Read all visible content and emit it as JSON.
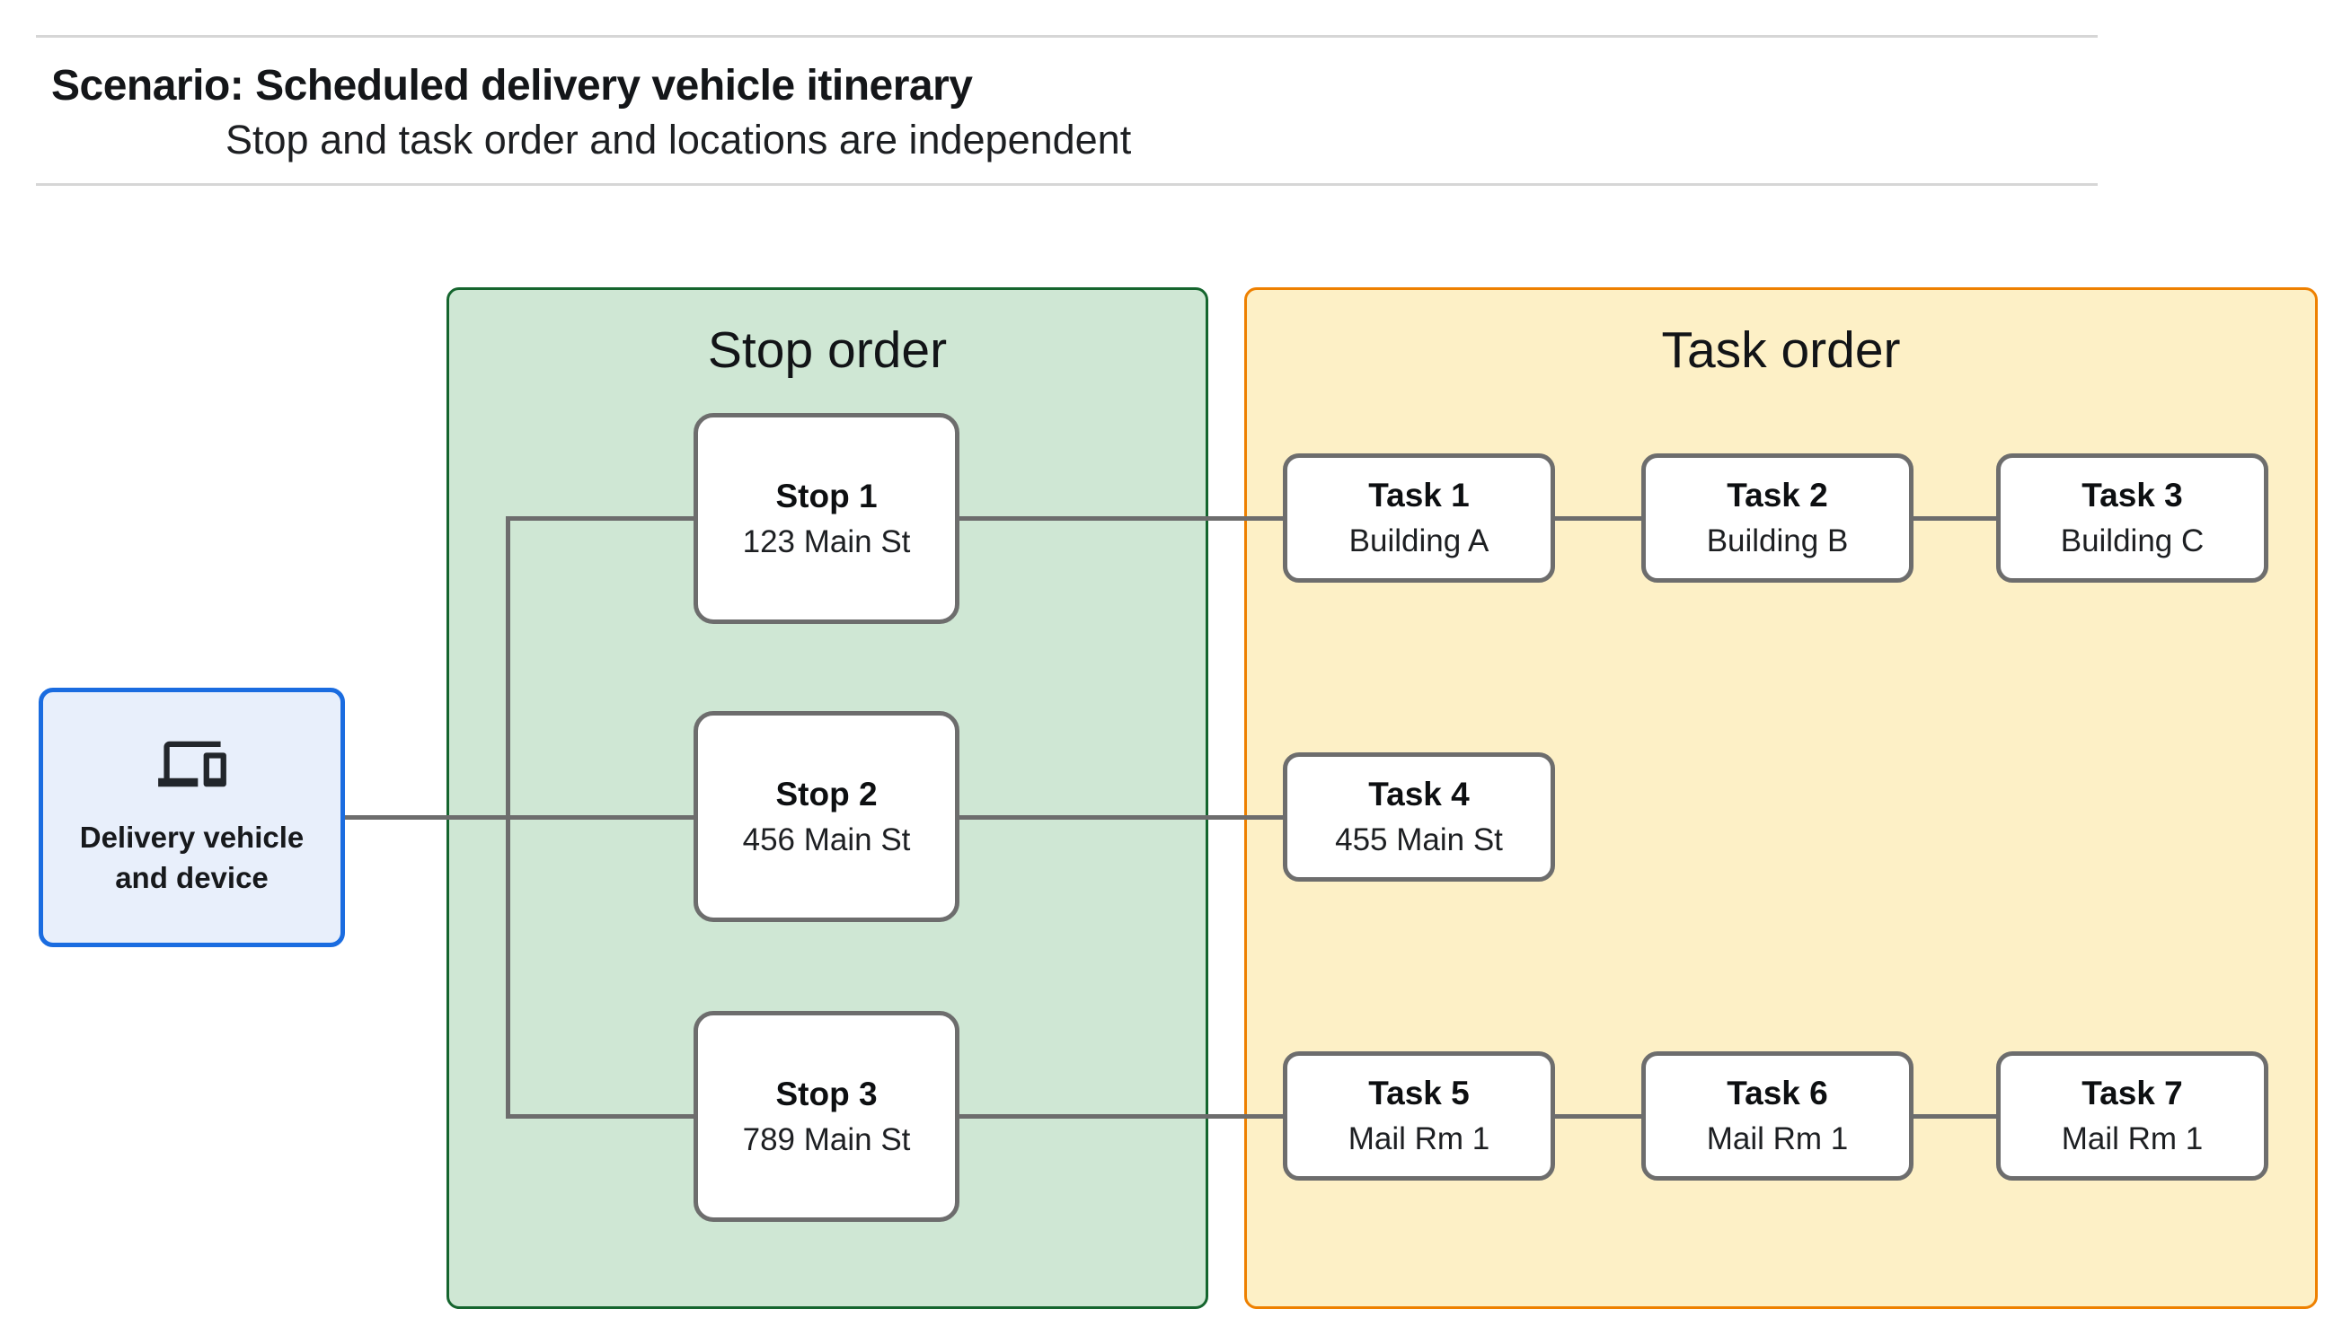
{
  "header": {
    "title": "Scenario: Scheduled delivery vehicle itinerary",
    "subtitle": "Stop and task order and locations are independent"
  },
  "vehicle": {
    "label": "Delivery vehicle and device",
    "icon": "devices-icon"
  },
  "stop_panel": {
    "title": "Stop order",
    "stops": [
      {
        "name": "Stop 1",
        "location": "123 Main St"
      },
      {
        "name": "Stop 2",
        "location": "456 Main St"
      },
      {
        "name": "Stop 3",
        "location": "789 Main St"
      }
    ]
  },
  "task_panel": {
    "title": "Task order",
    "tasks": [
      {
        "name": "Task 1",
        "location": "Building A"
      },
      {
        "name": "Task 2",
        "location": "Building B"
      },
      {
        "name": "Task 3",
        "location": "Building C"
      },
      {
        "name": "Task 4",
        "location": "455 Main St"
      },
      {
        "name": "Task 5",
        "location": "Mail Rm 1"
      },
      {
        "name": "Task 6",
        "location": "Mail Rm 1"
      },
      {
        "name": "Task 7",
        "location": "Mail Rm 1"
      }
    ]
  },
  "colors": {
    "stop_panel_fill": "#cfe7d4",
    "stop_panel_border": "#15652e",
    "task_panel_fill": "#fdf0c6",
    "task_panel_border": "#ee8000",
    "vehicle_fill": "#e8effb",
    "vehicle_border": "#1a6ce0",
    "connector": "#6d6d6d",
    "node_border": "#6d6d6d"
  }
}
